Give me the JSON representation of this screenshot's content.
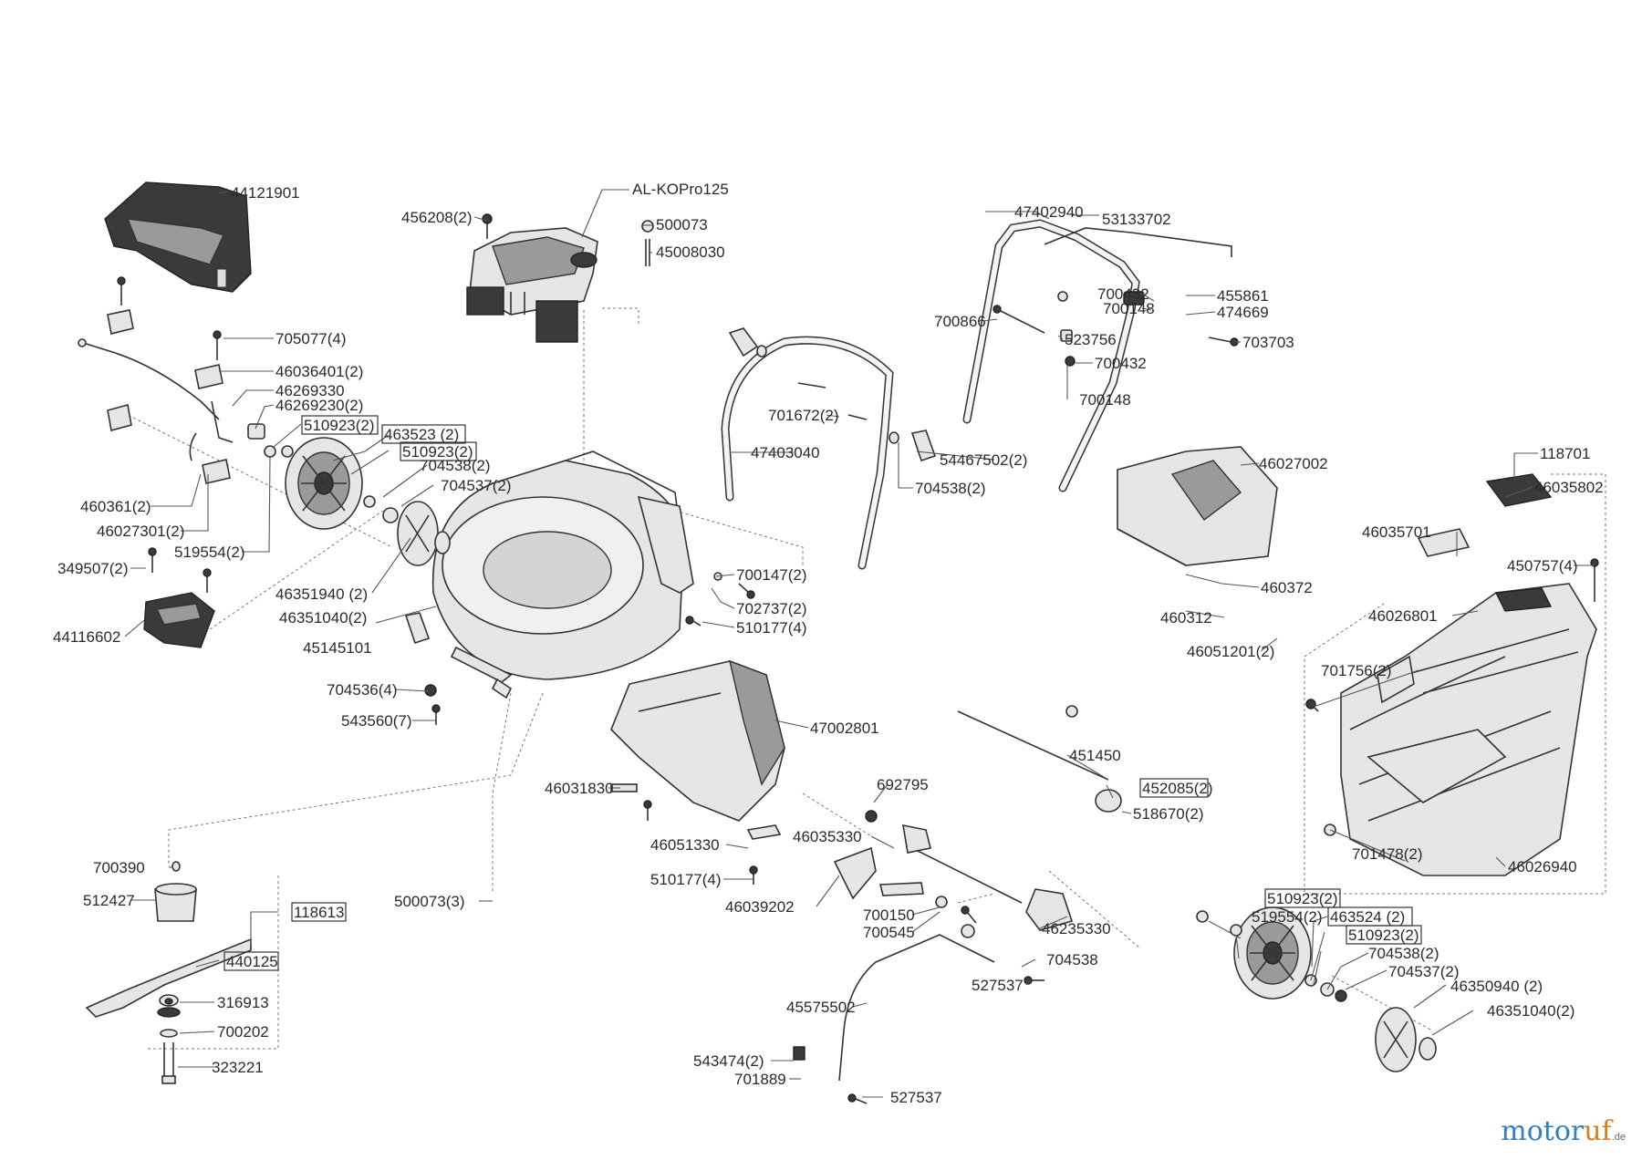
{
  "brand": {
    "name_part1": "motor",
    "name_part2": "uf",
    "tld": ".de"
  },
  "labels": {
    "engine": "AL-KOPro125",
    "l44121901": "44121901",
    "l456208": "456208(2)",
    "l500073": "500073",
    "l45008030": "45008030",
    "l47402940": "47402940",
    "l53133702": "53133702",
    "l705077": "705077(4)",
    "l46036401": "46036401(2)",
    "l46269330": "46269330",
    "l46269230": "46269230(2)",
    "l510923a": "510923(2)",
    "l463523": "463523 (2)",
    "l510923b": "510923(2)",
    "l704538a": "704538(2)",
    "l704537a": "704537(2)",
    "l460361": "460361(2)",
    "l46027301": "46027301(2)",
    "l519554a": "519554(2)",
    "l349507": "349507(2)",
    "l46351940a": "46351940 (2)",
    "l46351040a": "46351040(2)",
    "l44116602": "44116602",
    "l45145101": "45145101",
    "l704536": "704536(4)",
    "l543560": "543560(7)",
    "l700432a": "700432",
    "l700148a": "700148",
    "l455861": "455861",
    "l474669": "474669",
    "l700866": "700866",
    "l523756": "523756",
    "l703703": "703703",
    "l700432b": "700432",
    "l700148b": "700148",
    "l701672": "701672(2)",
    "l47403040": "47403040",
    "l54467502": "54467502(2)",
    "l704538b": "704538(2)",
    "l46027002": "46027002",
    "l118701": "118701",
    "l46035802": "46035802",
    "l46035701": "46035701",
    "l450757": "450757(4)",
    "l700147": "700147(2)",
    "l702737": "702737(2)",
    "l510177a": "510177(4)",
    "l460372": "460372",
    "l460312": "460312",
    "l46051201": "46051201(2)",
    "l46026801": "46026801",
    "l701756": "701756(2)",
    "l47002801": "47002801",
    "l451450": "451450",
    "l452085": "452085(2)",
    "l518670": "518670(2)",
    "l46031830": "46031830",
    "l692795": "692795",
    "l46035330": "46035330",
    "l46051330": "46051330",
    "l510177b": "510177(4)",
    "l46039202": "46039202",
    "l700150": "700150",
    "l700545": "700545",
    "l46235330": "46235330",
    "l701478": "701478(2)",
    "l46026940": "46026940",
    "l700390": "700390",
    "l512427": "512427",
    "l118613": "118613",
    "l440125": "440125",
    "l316913": "316913",
    "l700202": "700202",
    "l323221": "323221",
    "l500073b": "500073(3)",
    "l519554b": "519554(2)",
    "l510923c": "510923(2)",
    "l463524": "463524 (2)",
    "l510923d": "510923(2)",
    "l704538c": "704538(2)",
    "l704537b": "704537(2)",
    "l46350940": "46350940 (2)",
    "l46351040b": "46351040(2)",
    "l704538d": "704538",
    "l527537a": "527537",
    "l45575502": "45575502",
    "l543474": "543474(2)",
    "l701889": "701889",
    "l527537b": "527537"
  }
}
